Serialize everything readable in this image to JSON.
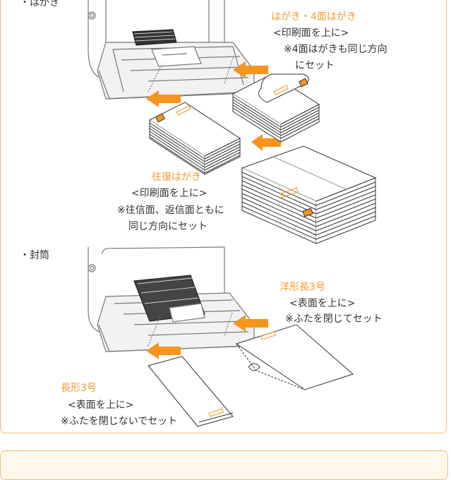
{
  "sections": {
    "postcard_label": "・はがき",
    "envelope_label": "・封筒"
  },
  "postcard": {
    "four_sided": {
      "title": "はがき・4面はがき",
      "line1": "<印刷面を上に>",
      "line2": "※4面はがきも同じ方向",
      "line3": "にセット"
    },
    "reply": {
      "title": "往復はがき",
      "line1": "<印刷面を上に>",
      "line2": "※往信面、返信面ともに",
      "line3": "同じ方向にセット"
    }
  },
  "envelope": {
    "yokei": {
      "title": "洋形長3号",
      "line1": "<表面を上に>",
      "line2": "※ふたを閉じてセット"
    },
    "nagagata": {
      "title": "長形3号",
      "line1": "<表面を上に>",
      "line2": "※ふたを閉じないでセット"
    }
  },
  "colors": {
    "accent": "#f29a2e",
    "border": "#f6bb6a",
    "arrow": "#f7941d"
  }
}
